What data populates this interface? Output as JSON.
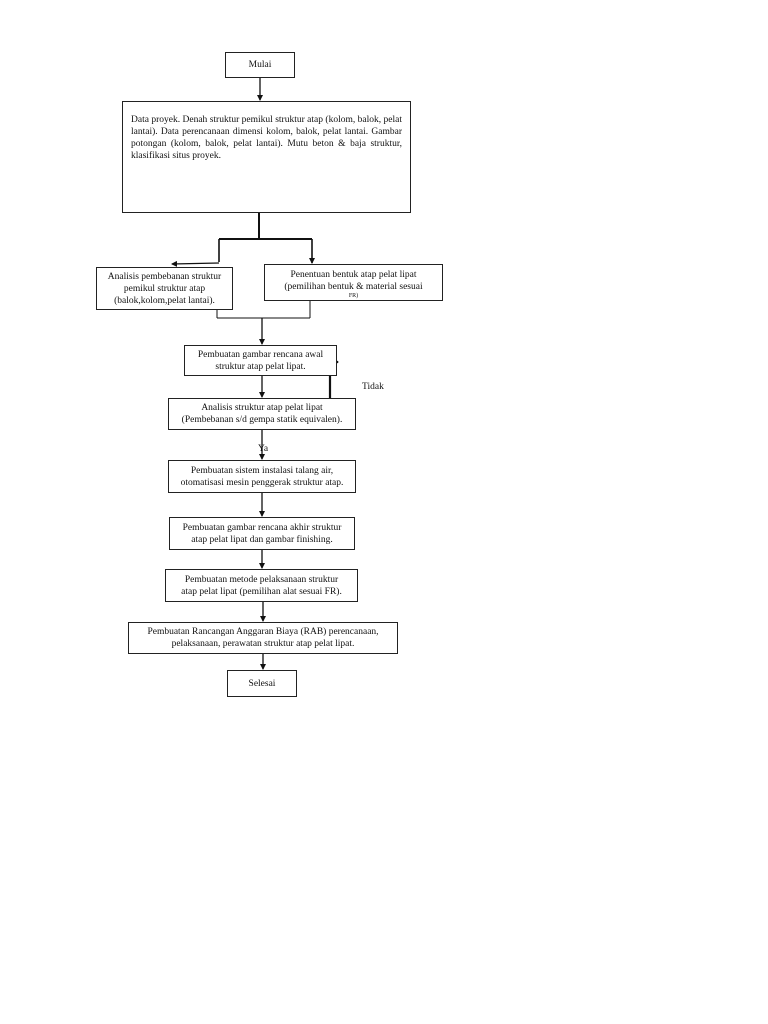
{
  "flowchart": {
    "start": "Mulai",
    "data_box": {
      "lines": [
        "Data proyek. Denah struktur pemikul struktur atap (kolom, balok, pelat lantai). Data perencanaan dimensi kolom, balok, pelat lantai. Gambar potongan (kolom, balok, pelat lantai). Mutu beton & baja struktur, klasifikasi situs proyek."
      ]
    },
    "analisis_pembebanan": {
      "lines": [
        "Analisis pembebanan struktur",
        "pemikul struktur atap",
        "(balok,kolom,pelat lantai)."
      ]
    },
    "penentuan_bentuk": {
      "lines": [
        "Penentuan bentuk atap pelat lipat",
        "(pemilihan bentuk & material sesuai",
        "FR)"
      ]
    },
    "gambar_awal": {
      "lines": [
        "Pembuatan gambar rencana awal",
        "struktur atap pelat lipat."
      ]
    },
    "analisis_atap": {
      "lines": [
        "Analisis struktur atap pelat lipat",
        "(Pembebanan s/d gempa statik equivalen)."
      ]
    },
    "sistem_instalasi": {
      "lines": [
        "Pembuatan sistem instalasi talang air,",
        "otomatisasi mesin penggerak struktur atap."
      ]
    },
    "gambar_akhir": {
      "lines": [
        "Pembuatan gambar rencana akhir struktur",
        "atap pelat lipat dan gambar finishing."
      ]
    },
    "metode": {
      "lines": [
        "Pembuatan metode pelaksanaan struktur",
        "atap pelat lipat (pemilihan alat sesuai FR)."
      ]
    },
    "rab": {
      "lines": [
        "Pembuatan Rancangan Anggaran Biaya (RAB) perencanaan,",
        "pelaksanaan, perawatan struktur atap pelat lipat."
      ]
    },
    "end": "Selesai",
    "label_no": "Tidak",
    "label_yes": "Ya"
  },
  "colors": {
    "line": "#111111",
    "box_border": "#222222",
    "background": "#ffffff"
  }
}
